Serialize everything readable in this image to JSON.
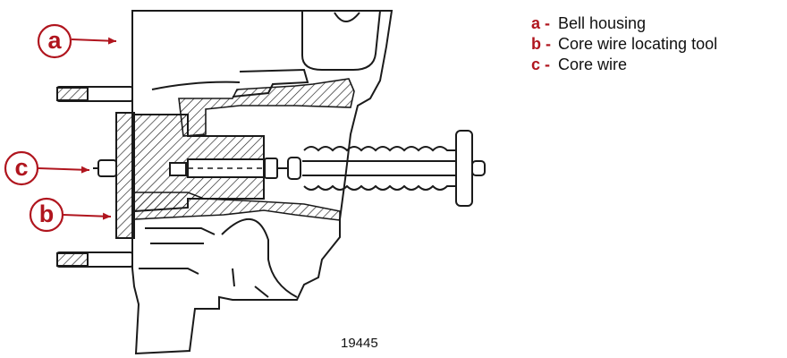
{
  "colors": {
    "accent": "#b0151e",
    "ink": "#1a1a1a",
    "text": "#111111"
  },
  "callouts": [
    {
      "letter": "a",
      "target": "bell-housing"
    },
    {
      "letter": "c",
      "target": "core-wire"
    },
    {
      "letter": "b",
      "target": "core-wire-locating-tool"
    }
  ],
  "legend": [
    {
      "key": "a -",
      "label": "Bell housing"
    },
    {
      "key": "b -",
      "label": "Core wire locating tool"
    },
    {
      "key": "c -",
      "label": "Core wire"
    }
  ],
  "figure_number": "19445"
}
